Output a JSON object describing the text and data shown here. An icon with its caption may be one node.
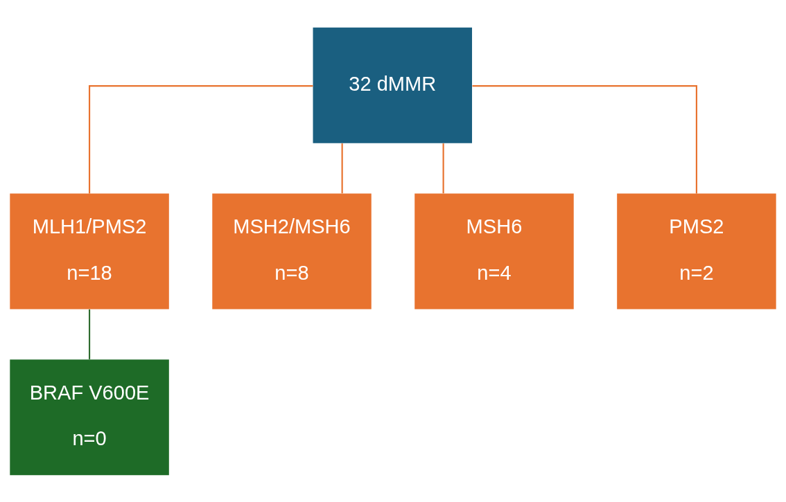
{
  "diagram": {
    "nodes": [
      {
        "text": [
          "32 dMMR"
        ]
      },
      {
        "text": [
          "MLH1/PMS2",
          "n=18"
        ]
      },
      {
        "text": [
          "MSH2/MSH6",
          "n=8"
        ]
      },
      {
        "text": [
          "MSH6",
          "n=4"
        ]
      },
      {
        "text": [
          "PMS2",
          "n=2"
        ]
      },
      {
        "text": [
          "BRAF V600E",
          "n=0"
        ]
      }
    ],
    "edges": [
      {
        "from": 0,
        "to": 1,
        "arrow": "none"
      },
      {
        "from": 0,
        "to": 2,
        "arrow": "none"
      },
      {
        "from": 0,
        "to": 3,
        "arrow": "none"
      },
      {
        "from": 0,
        "to": 4,
        "arrow": "none"
      },
      {
        "from": 1,
        "to": 5,
        "arrow": "none",
        "color": "#2e6b2e"
      }
    ]
  }
}
